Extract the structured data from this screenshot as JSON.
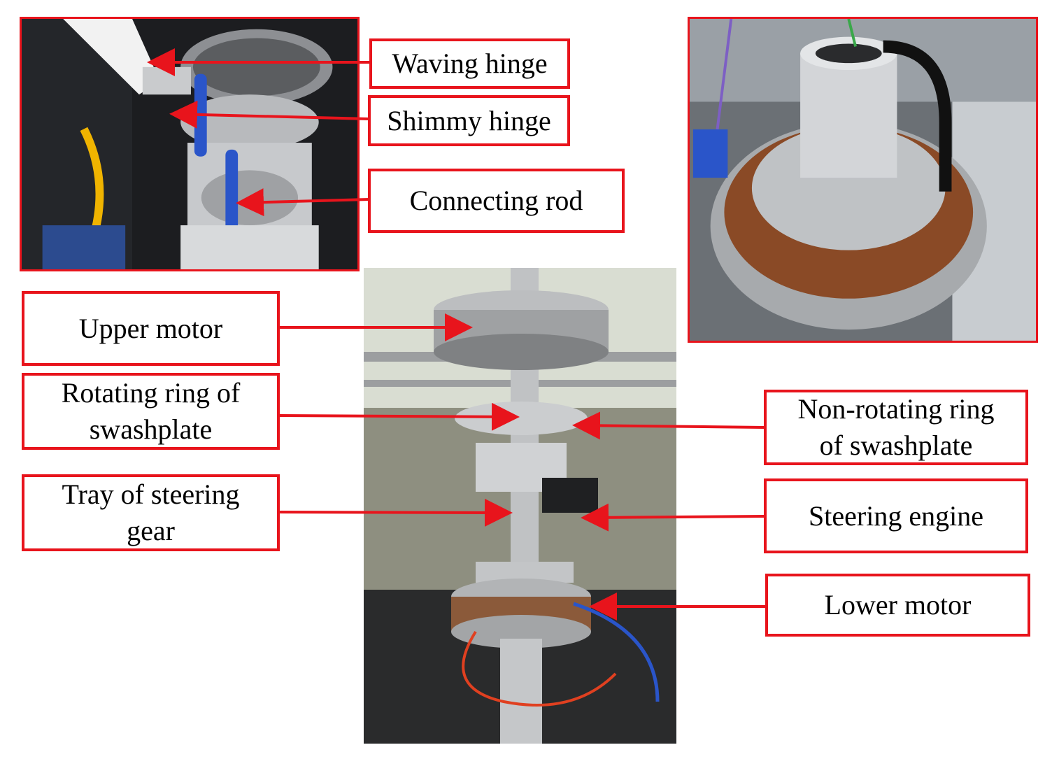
{
  "colors": {
    "frame_red": "#e8141c",
    "arrow_red": "#e8141c"
  },
  "photos": {
    "rotor_hub": "rotor-hub-closeup-photo",
    "motor": "motor-closeup-photo",
    "assembly": "coaxial-rotor-assembly-photo"
  },
  "labels": {
    "waving_hinge": "Waving hinge",
    "shimmy_hinge": "Shimmy hinge",
    "connecting_rod": "Connecting rod",
    "upper_motor": "Upper motor",
    "rotating_ring_line1": "Rotating ring of",
    "rotating_ring_line2": "swashplate",
    "non_rotating_ring_line1": "Non-rotating ring",
    "non_rotating_ring_line2": "of swashplate",
    "tray_line1": "Tray of steering",
    "tray_line2": "gear",
    "steering_engine": "Steering engine",
    "lower_motor": "Lower motor"
  }
}
